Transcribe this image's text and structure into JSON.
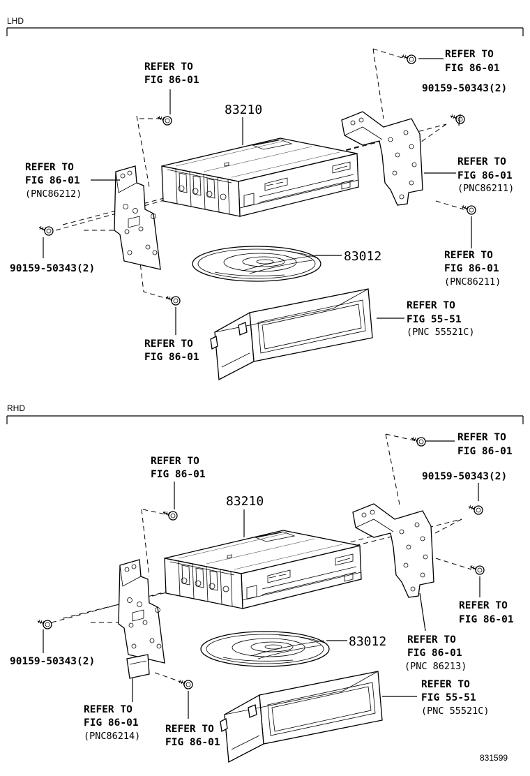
{
  "sections": {
    "lhd": {
      "title": "LHD",
      "labels": {
        "bolt_top_ref_l1": "REFER TO",
        "bolt_top_ref_l2": "FIG 86-01",
        "part_main": "83210",
        "right_top_ref_l1": "REFER TO",
        "right_top_ref_l2": "FIG 86-01",
        "right_bolt_pn": "90159-50343(2)",
        "left_bracket_ref_l1": "REFER TO",
        "left_bracket_ref_l2": "FIG 86-01",
        "left_bracket_ref_l3": "(PNC86212)",
        "right_bracket_ref_l1": "REFER TO",
        "right_bracket_ref_l2": "FIG 86-01",
        "right_bracket_ref_l3": "(PNC86211)",
        "left_bolt_pn": "90159-50343(2)",
        "part_disc": "83012",
        "right_lower_ref_l1": "REFER TO",
        "right_lower_ref_l2": "FIG 86-01",
        "right_lower_ref_l3": "(PNC86211)",
        "pocket_ref_l1": "REFER TO",
        "pocket_ref_l2": "FIG 55-51",
        "pocket_ref_l3": "(PNC 55521C)",
        "bottom_bolt_ref_l1": "REFER TO",
        "bottom_bolt_ref_l2": "FIG 86-01"
      }
    },
    "rhd": {
      "title": "RHD",
      "labels": {
        "right_top_ref_l1": "REFER TO",
        "right_top_ref_l2": "FIG 86-01",
        "bolt_top_ref_l1": "REFER TO",
        "bolt_top_ref_l2": "FIG 86-01",
        "right_bolt_pn": "90159-50343(2)",
        "part_main": "83210",
        "right_bracket_bolt_ref_l1": "REFER TO",
        "right_bracket_bolt_ref_l2": "FIG 86-01",
        "left_bolt_pn": "90159-50343(2)",
        "part_disc": "83012",
        "right_bracket_ref_l1": "REFER TO",
        "right_bracket_ref_l2": "FIG 86-01",
        "right_bracket_ref_l3": "(PNC 86213)",
        "pocket_ref_l1": "REFER TO",
        "pocket_ref_l2": "FIG 55-51",
        "pocket_ref_l3": "(PNC 55521C)",
        "left_bracket_ref_l1": "REFER TO",
        "left_bracket_ref_l2": "FIG 86-01",
        "left_bracket_ref_l3": "(PNC86214)",
        "bottom_bolt_ref_l1": "REFER TO",
        "bottom_bolt_ref_l2": "FIG 86-01"
      }
    }
  },
  "figure_number": "831599"
}
